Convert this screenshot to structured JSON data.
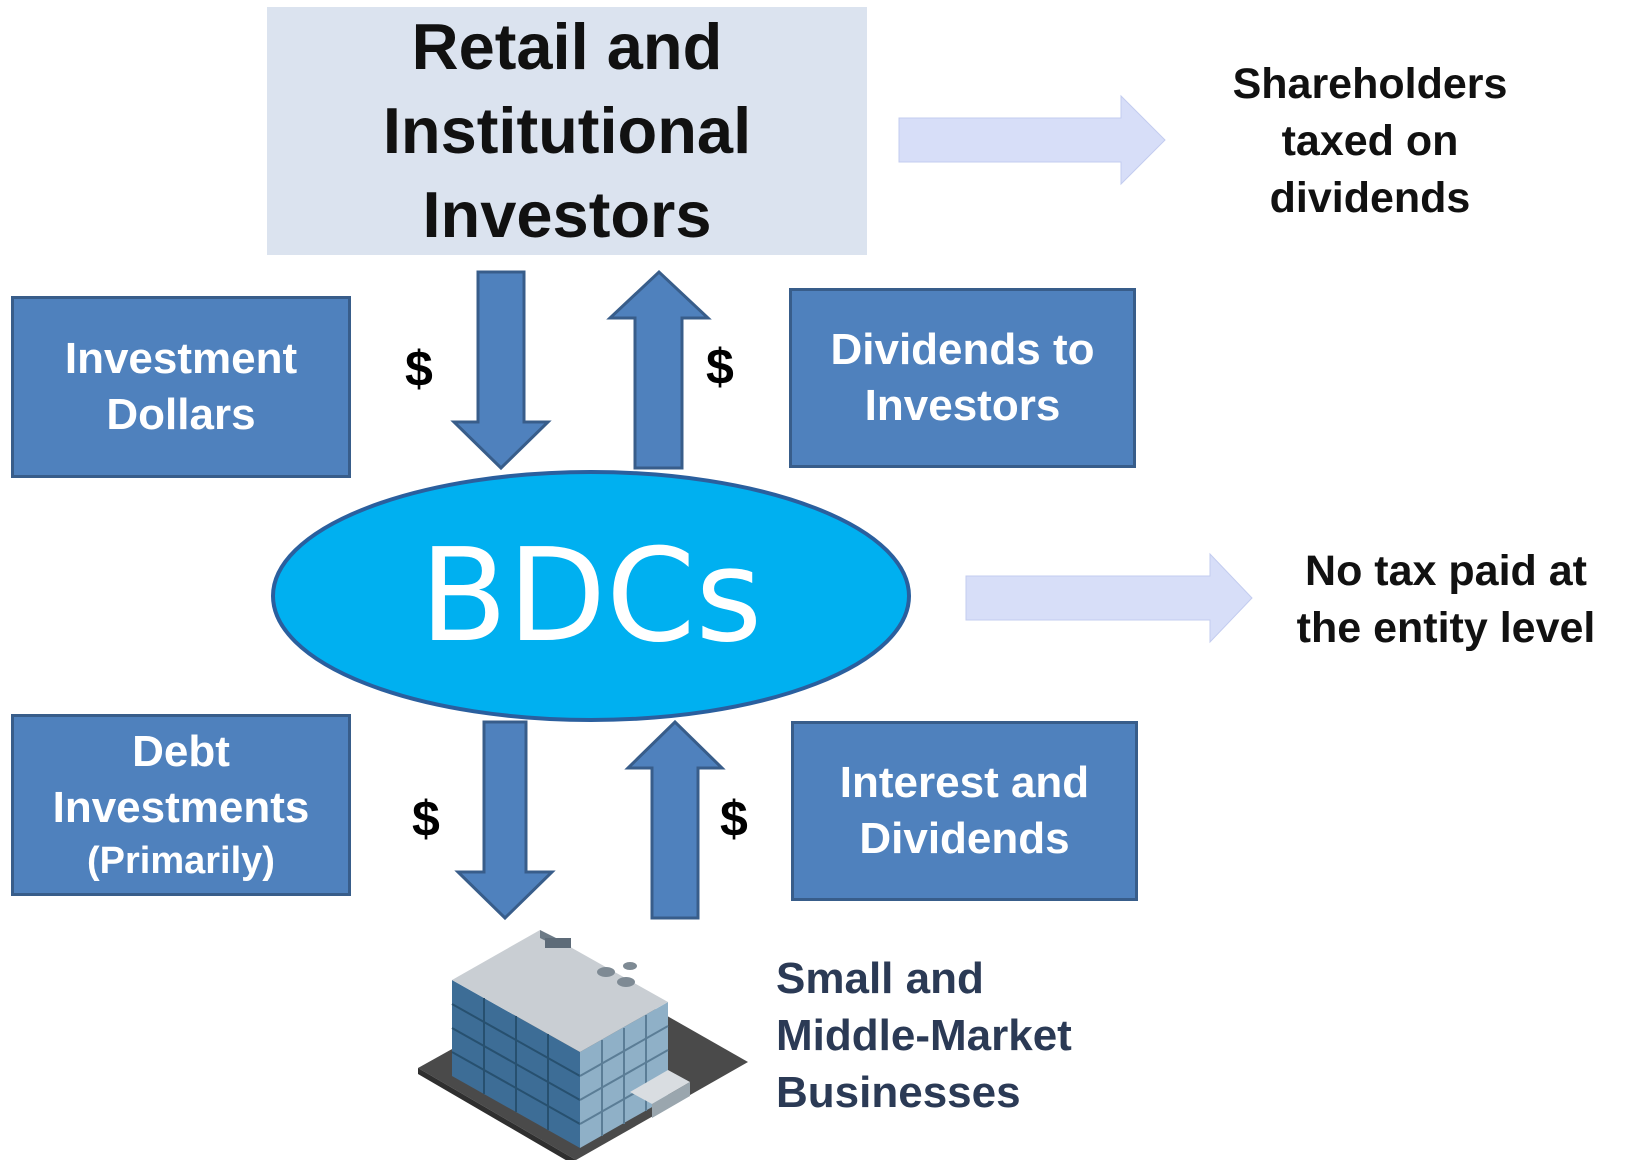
{
  "top_box": {
    "lines": [
      "Retail and",
      "Institutional",
      "Investors"
    ]
  },
  "investment_dollars": {
    "lines": [
      "Investment",
      "Dollars"
    ]
  },
  "dividends_to_investors": {
    "lines": [
      "Dividends to",
      "Investors"
    ]
  },
  "debt_investments": {
    "lines": [
      "Debt",
      "Investments"
    ],
    "sub": "(Primarily)"
  },
  "interest_dividends": {
    "lines": [
      "Interest and",
      "Dividends"
    ]
  },
  "center": {
    "label": "BDCs"
  },
  "dollar_sign": "$",
  "shareholders_note": {
    "lines": [
      "Shareholders",
      "taxed on",
      "dividends"
    ]
  },
  "entity_note": {
    "lines": [
      "No tax paid at",
      "the entity level"
    ]
  },
  "businesses": {
    "lines": [
      "Small and",
      "Middle-Market",
      "Businesses"
    ]
  },
  "colors": {
    "box_blue": "#4f81bd",
    "box_border": "#385d8a",
    "oval_fill": "#00b0f0",
    "top_box_fill": "#dbe3ef",
    "light_arrow": "#d7def8"
  }
}
